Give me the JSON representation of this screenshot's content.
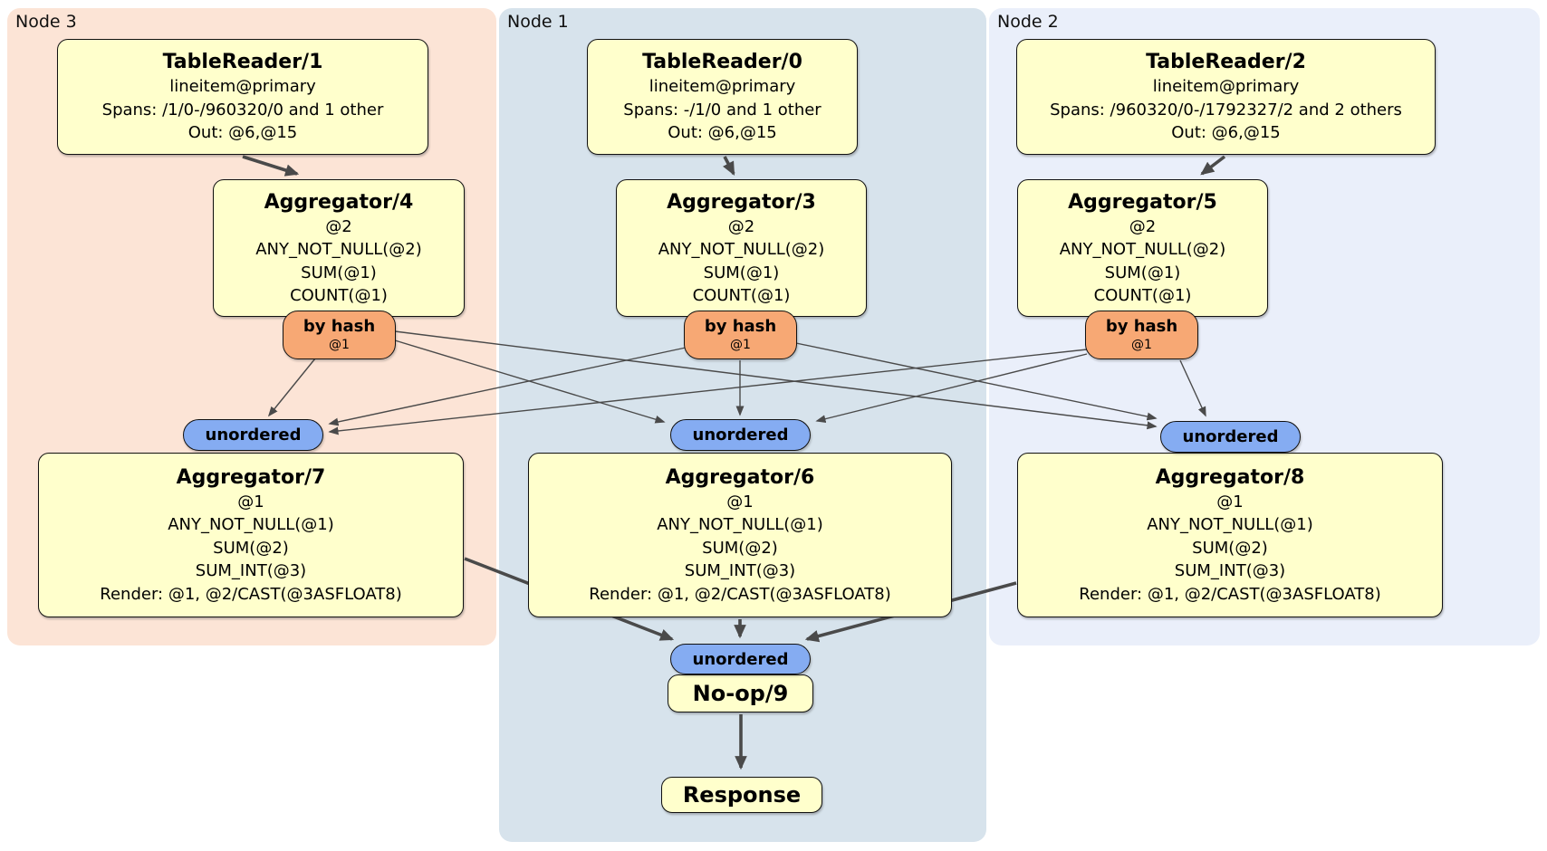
{
  "regions": [
    {
      "label": "Node 3"
    },
    {
      "label": "Node 1"
    },
    {
      "label": "Node 2"
    }
  ],
  "boxes": {
    "tablereader1": {
      "title": "TableReader/1",
      "lines": [
        "lineitem@primary",
        "Spans: /1/0-/960320/0 and 1 other",
        "Out: @6,@15"
      ]
    },
    "tablereader0": {
      "title": "TableReader/0",
      "lines": [
        "lineitem@primary",
        "Spans: -/1/0 and 1 other",
        "Out: @6,@15"
      ]
    },
    "tablereader2": {
      "title": "TableReader/2",
      "lines": [
        "lineitem@primary",
        "Spans: /960320/0-/1792327/2 and 2 others",
        "Out: @6,@15"
      ]
    },
    "aggregator4": {
      "title": "Aggregator/4",
      "lines": [
        "@2",
        "ANY_NOT_NULL(@2)",
        "SUM(@1)",
        "COUNT(@1)"
      ]
    },
    "aggregator3": {
      "title": "Aggregator/3",
      "lines": [
        "@2",
        "ANY_NOT_NULL(@2)",
        "SUM(@1)",
        "COUNT(@1)"
      ]
    },
    "aggregator5": {
      "title": "Aggregator/5",
      "lines": [
        "@2",
        "ANY_NOT_NULL(@2)",
        "SUM(@1)",
        "COUNT(@1)"
      ]
    },
    "aggregator7": {
      "title": "Aggregator/7",
      "lines": [
        "@1",
        "ANY_NOT_NULL(@1)",
        "SUM(@2)",
        "SUM_INT(@3)",
        "Render: @1, @2/CAST(@3ASFLOAT8)"
      ]
    },
    "aggregator6": {
      "title": "Aggregator/6",
      "lines": [
        "@1",
        "ANY_NOT_NULL(@1)",
        "SUM(@2)",
        "SUM_INT(@3)",
        "Render: @1, @2/CAST(@3ASFLOAT8)"
      ]
    },
    "aggregator8": {
      "title": "Aggregator/8",
      "lines": [
        "@1",
        "ANY_NOT_NULL(@1)",
        "SUM(@2)",
        "SUM_INT(@3)",
        "Render: @1, @2/CAST(@3ASFLOAT8)"
      ]
    },
    "noop9": {
      "title": "No-op/9"
    },
    "response": {
      "title": "Response"
    }
  },
  "routers": [
    {
      "label": "by hash",
      "detail": "@1"
    },
    {
      "label": "by hash",
      "detail": "@1"
    },
    {
      "label": "by hash",
      "detail": "@1"
    }
  ],
  "syncs": [
    {
      "label": "unordered"
    },
    {
      "label": "unordered"
    },
    {
      "label": "unordered"
    },
    {
      "label": "unordered"
    }
  ],
  "colors": {
    "canvas_bg": "#ffffff",
    "region_node3_bg": "#fce4d6",
    "region_node1_bg": "#d7e3ec",
    "region_node2_bg": "#eaeffa",
    "box_bg": "#ffffcc",
    "box_border": "#111111",
    "router_bg": "#f7a874",
    "sync_bg": "#85acf2",
    "edge": "#4a4a4a",
    "text": "#000000"
  }
}
